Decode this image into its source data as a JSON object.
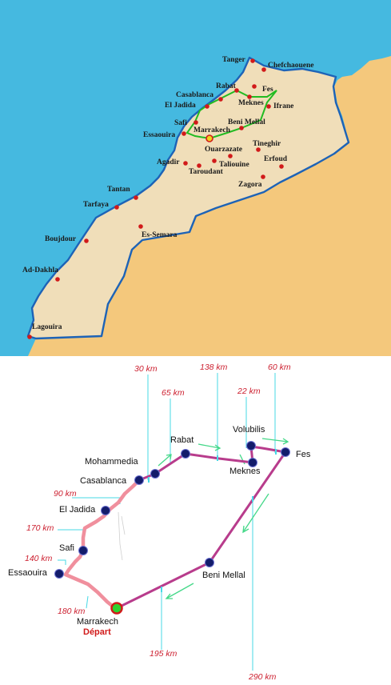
{
  "colors": {
    "sea": "#45b9e0",
    "land": "#f0deb9",
    "neighbor": "#f4c87c",
    "border": "#1d63b7",
    "city_dot": "#d11a1a",
    "route_top": "#22bb22",
    "route_pink": "#f08f9d",
    "route_dark": "#b83c8c",
    "node": "#131c6b",
    "guide": "#47d9e6",
    "distance_text": "#cc1f2f",
    "depart_text": "#d11a1a"
  },
  "top_map": {
    "cities": [
      {
        "id": "tanger",
        "name": "Tanger"
      },
      {
        "id": "chefchaouene",
        "name": "Chefchaouene"
      },
      {
        "id": "rabat",
        "name": "Rabat"
      },
      {
        "id": "fes",
        "name": "Fes"
      },
      {
        "id": "casablanca",
        "name": "Casablanca"
      },
      {
        "id": "meknes",
        "name": "Meknes"
      },
      {
        "id": "el-jadida",
        "name": "El Jadida"
      },
      {
        "id": "ifrane",
        "name": "Ifrane"
      },
      {
        "id": "safi",
        "name": "Safi"
      },
      {
        "id": "beni-mellal",
        "name": "Beni Mellal"
      },
      {
        "id": "essaouira",
        "name": "Essaouira"
      },
      {
        "id": "marrakech",
        "name": "Marrakech"
      },
      {
        "id": "ouarzazate",
        "name": "Ouarzazate"
      },
      {
        "id": "tineghir",
        "name": "Tineghir"
      },
      {
        "id": "agadir",
        "name": "Agadir"
      },
      {
        "id": "taliouine",
        "name": "Taliouine"
      },
      {
        "id": "erfoud",
        "name": "Erfoud"
      },
      {
        "id": "taroudant",
        "name": "Taroudant"
      },
      {
        "id": "zagora",
        "name": "Zagora"
      },
      {
        "id": "tantan",
        "name": "Tantan"
      },
      {
        "id": "tarfaya",
        "name": "Tarfaya"
      },
      {
        "id": "es-semara",
        "name": "Es-Semara"
      },
      {
        "id": "boujdour",
        "name": "Boujdour"
      },
      {
        "id": "ad-dakhla",
        "name": "Ad-Dakhla"
      },
      {
        "id": "lagouira",
        "name": "Lagouira"
      }
    ]
  },
  "route_diagram": {
    "nodes": [
      {
        "id": "rabat",
        "name": "Rabat"
      },
      {
        "id": "volubilis",
        "name": "Volubilis"
      },
      {
        "id": "fes",
        "name": "Fes"
      },
      {
        "id": "mohammedia",
        "name": "Mohammedia"
      },
      {
        "id": "meknes",
        "name": "Meknes"
      },
      {
        "id": "casablanca",
        "name": "Casablanca"
      },
      {
        "id": "el-jadida",
        "name": "El Jadida"
      },
      {
        "id": "safi",
        "name": "Safi"
      },
      {
        "id": "essaouira",
        "name": "Essaouira"
      },
      {
        "id": "beni-mellal",
        "name": "Beni Mellal"
      },
      {
        "id": "marrakech",
        "name": "Marrakech"
      }
    ],
    "start_label": "Départ",
    "distances": [
      {
        "id": "d30",
        "label": "30 km"
      },
      {
        "id": "d138",
        "label": "138 km"
      },
      {
        "id": "d60",
        "label": "60 km"
      },
      {
        "id": "d65",
        "label": "65 km"
      },
      {
        "id": "d22",
        "label": "22 km"
      },
      {
        "id": "d90",
        "label": "90 km"
      },
      {
        "id": "d170",
        "label": "170 km"
      },
      {
        "id": "d140",
        "label": "140 km"
      },
      {
        "id": "d180",
        "label": "180 km"
      },
      {
        "id": "d195",
        "label": "195 km"
      },
      {
        "id": "d290",
        "label": "290 km"
      }
    ]
  }
}
